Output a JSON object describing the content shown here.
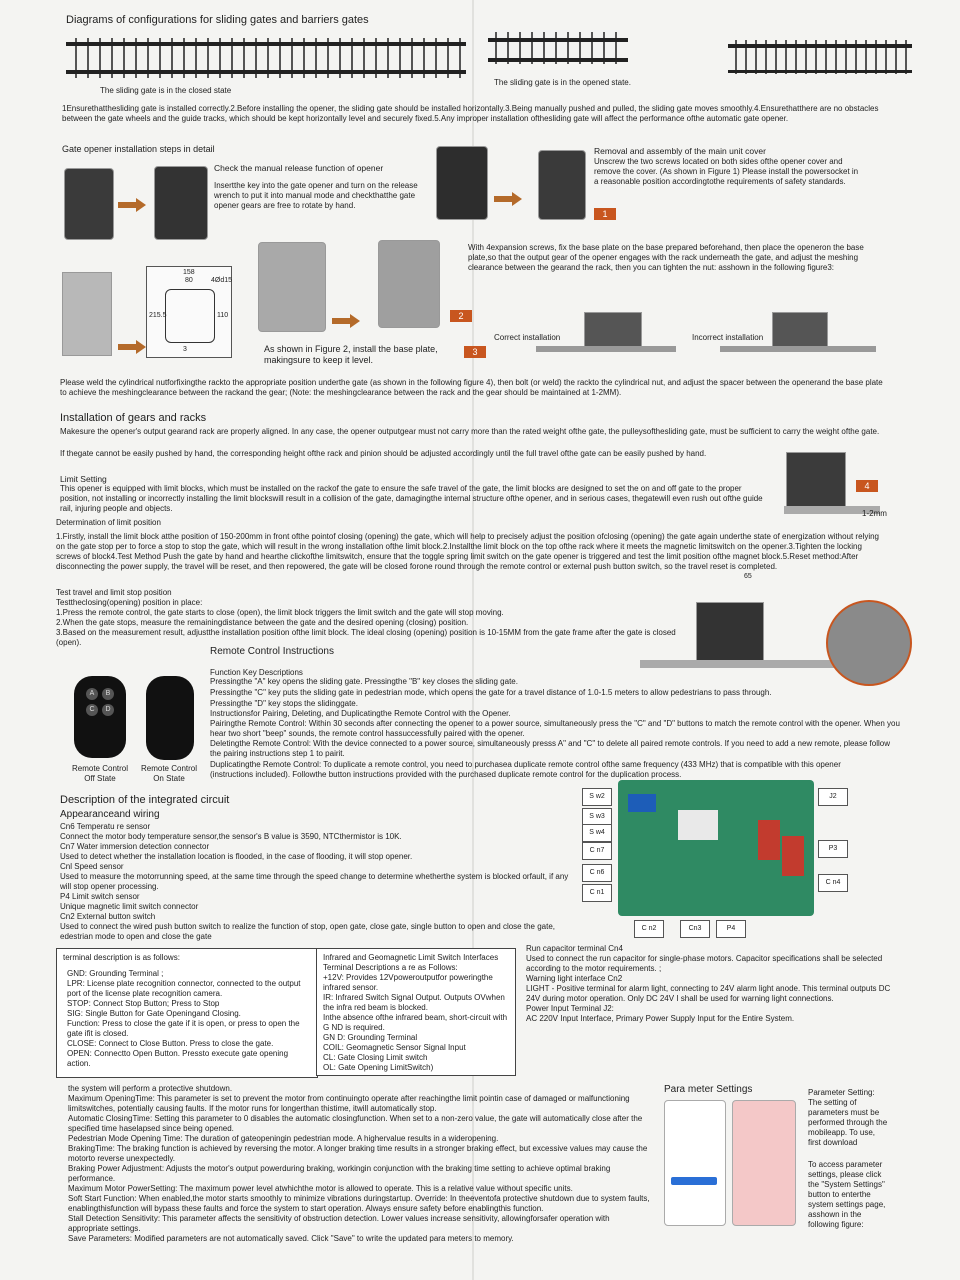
{
  "header": {
    "title": "Diagrams of configurations for sliding gates and barriers gates",
    "closed_caption": "The sliding gate is in the closed state",
    "opened_caption": "The sliding gate is in the opened state."
  },
  "intro": "1Ensurethatthesliding gate is installed correctly.2.Before installing the opener, the sliding gate should be installed horizontally.3.Being manually pushed and pulled, the sliding gate moves smoothly.4.Ensurethatthere are no obstacles between the gate wheels and the guide tracks, which should be kept horizontally level and securely fixed.5.Any improper installation ofthesliding gate will affect the performance ofthe automatic gate opener.",
  "install": {
    "title": "Gate opener installation steps in detail",
    "manual_release_title": "Check the manual release function of opener",
    "manual_release": "Insertthe key into the gate opener and turn on the release wrench to put it into manual mode and checkthatthe gate opener gears are free to rotate by hand.",
    "removal_title": "Removal and assembly of the main unit cover",
    "removal": "Unscrew the two screws located on both sides ofthe opener cover and remove the cover. (As shown in Figure 1) Please install the powersocket in a reasonable position accordingtothe requirements of safety standards.",
    "expansion": "With 4expansion screws, fix the base plate on the base prepared beforehand, then place the openeron the base plate,so that the output gear of the opener engages with the rack underneath the gate, and adjust the meshing clearance between the gearand the rack, then you can tighten the nut: asshown in the following figure3:",
    "figure2": "As shown in Figure 2, install the base plate, makingsure to keep it level.",
    "correct": "Correct installation",
    "incorrect": "Incorrect installation",
    "badge1": "1",
    "badge2": "2",
    "badge3": "3",
    "badge4": "4",
    "dim_158": "158",
    "dim_80": "80",
    "dim_4d15": "4Ød15",
    "dim_110": "110",
    "dim_215": "215.5",
    "dim_3": "3",
    "weld": "Please weld the cylindrical nutforfixingthe rackto the appropriate position underthe gate (as shown in the following figure 4), then bolt (or weld) the rackto the cylindrical nut, and adjust the spacer between the openerand the base plate to achieve the meshingclearance between the rackand the gear; (Note: the meshingclearance between the rack and the gear should be maintained at 1-2MM)."
  },
  "gears": {
    "title": "Installation of gears and racks",
    "p1": "Makesure the opener's output gearand rack are properly aligned. In any case, the opener outputgear must not carry more than the rated weight ofthe gate, the pulleysofthesliding gate, must be sufficient to carry the weight ofthe gate.",
    "p2": "If thegate cannot be easily pushed by hand, the corresponding height ofthe rack and pinion should be adjusted accordingly until the full travel ofthe gate can be easily pushed by hand.",
    "clearance": "1-2mm"
  },
  "limit": {
    "title": "Limit Setting",
    "p1": "This opener is equipped with limit blocks, which must be installed on the rackof the gate to ensure the safe travel of the gate, the limit blocks are designed to set the on and off gate to the proper position, not installing or incorrectly installing the limit blockswill result in a collision of the gate, damagingthe internal structure ofthe opener, and in serious cases, thegatewill even rush out ofthe guide rail, injuring people and objects.",
    "det_title": "Determination of limit position",
    "det": "1.Firstly, install the limit block atthe position of 150-200mm in front ofthe pointof closing (opening) the gate, which will help to precisely adjust the position ofclosing (opening) the gate again underthe state of energization without relying on the gate stop per to force a stop to stop the gate, which will result in the wrong installation ofthe limit block.2.Installthe limit block on the top ofthe rack where it meets the magnetic limitswitch on the opener.3.Tighten the locking screws of block4.Test Method Push the gate by hand and hearthe clickofthe limitswitch, ensure that the toggle spring limit switch on the gate opener is triggered and test the limit position ofthe magnet block.5.Reset method:After disconnecting the power supply, the travel will be reset, and then repowered, the gate will be closed forone round through the remote control or external push button switch, so the travel reset is completed.",
    "test_title": "Test travel and limit stop position",
    "test_intro": "Testtheclosing(opening) position in place:",
    "test1": "1.Press the remote control, the gate starts to close (open), the limit block triggers the limit switch and the gate will stop moving.",
    "test2": "2.When the gate stops, measure the remainingdistance between the gate and the desired opening (closing) position.",
    "test3": "3.Based on the measurement result, adjustthe installation position ofthe limit block. The ideal closing (opening) position is 10-15MM from the gate frame after the gate is closed (open).",
    "dim_65": "65"
  },
  "remote": {
    "title": "Remote Control Instructions",
    "fk_title": "Function Key Descriptions",
    "a": "Pressingthe \"A\" key opens the sliding gate. Pressingthe \"B\" key closes the sliding gate.",
    "c": "Pressingthe \"C\" key puts the sliding gate in pedestrian mode, which opens the gate for a travel distance of 1.0-1.5 meters to allow pedestrians to pass through.",
    "d": "Pressingthe \"D\" key stops the slidinggate.",
    "pair_title": "Instructionsfor Pairing, Deleting, and Duplicatingthe Remote Control with the Opener.",
    "pair": "Pairingthe Remote Control: Within 30 seconds after connecting the opener to a power source, simultaneously press the \"C\" and \"D\" buttons to match the remote control with the opener. When you hear two short \"beep\" sounds, the remote control hassuccessfully paired with the opener.",
    "delete": "Deletingthe Remote Control: With the device connected to a power source, simultaneously presss A\" and \"C\" to delete all paired remote controls. If you need to add a new remote, please follow the pairing instructions step 1 to pairit.",
    "dup": "Duplicatingthe Remote Control: To duplicate a remote control, you need to purchasea duplicate remote control ofthe same frequency (433 MHz) that is compatible with this opener (instructions included). Followthe button instructions provided with the purchased duplicate remote control for the duplication process.",
    "off": "Remote Control Off State",
    "on": "Remote Control On State",
    "keys": [
      "A",
      "B",
      "C",
      "D"
    ]
  },
  "circuit": {
    "title": "Description of the integrated circuit",
    "subtitle": "Appearanceand wiring",
    "lines": [
      "Cn6 Temperatu re sensor",
      "Connect the motor body temperature sensor,the sensor's B value is 3590, NTCthermistor is 10K.",
      "Cn7 Water immersion detection connector",
      "Used to detect whether the installation location is flooded, in the case of flooding, it will stop opener.",
      "Cnl Speed sensor",
      "Used to measure the motorrunning speed, at the same time through the speed change to determine whetherthe system is blocked orfault, if any will stop opener processing.",
      "P4 Limit switch sensor",
      "Unique magnetic limit switch connector",
      "Cn2 External button switch",
      "Used to connect the wired push button switch to realize the function of stop, open gate, close gate, single button to open and close the gate, edestrian mode to open and close the gate"
    ],
    "labels": [
      "S w2",
      "S w3",
      "S w4",
      "C n7",
      "C n6",
      "C n1",
      "C n2",
      "Cn3",
      "P4",
      "J2",
      "P3",
      "C n4"
    ]
  },
  "terminals": {
    "left_title": "terminal description is as follows:",
    "left": [
      "GND: Grounding Terminal ;",
      "LPR: License plate recognition connector, connected to the output port of the license plate recognition camera.",
      "STOP: Connect Stop Button; Press to Stop",
      "SIG: Single Button for Gate Openingand Closing.",
      "Function: Press to close the gate if it is open, or press to open the gate ifit is closed.",
      "CLOSE: Connect to Close Button. Press to close the gate.",
      "OPEN: Connectto Open Button. Pressto execute gate opening action."
    ],
    "mid": [
      "Infrared and Geomagnetic Limit Switch Interfaces",
      "Terminal Descriptions a re as Follows:",
      "+12V: Provides 12Vpoweroutputfor poweringthe infrared sensor.",
      "IR: Infrared Switch Signal Output. Outputs OVwhen the infra red beam is blocked.",
      "Inthe absence ofthe infrared beam, short-circuit with G ND is required.",
      "GN D: Grounding Terminal",
      "COIL: Geomagnetic Sensor Signal Input",
      "CL: Gate Closing Limit switch",
      "OL: Gate Opening LimitSwitch)"
    ],
    "right": [
      "Run capacitor terminal Cn4",
      "Used to connect the run capacitor for single-phase motors. Capacitor specifications shall be selected according to the motor requirements. ;",
      "Warning light interface Cn2",
      "LIGHT - Positive terminal for alarm light, connecting to 24V alarm light anode. This terminal outputs DC 24V during motor operation. Only DC 24V I shall be used for warning light connections.",
      "Power Input Terminal J2:",
      "AC 220V Input Interface, Primary Power Supply Input for the Entire System."
    ]
  },
  "params": {
    "lines": [
      "the system will perform a protective shutdown.",
      "Maximum OpeningTime: This parameter is set to prevent the motor from continuingto operate after reachingthe limit pointin case of damaged or malfunctioning limitswitches, potentially causing faults. If the motor runs for longerthan thistime, itwill automatically stop.",
      "Automatic ClosingTime: Setting this parameter to 0 disables the automatic closingfunction. When set to a non-zero value, the gate will automatically close after the specified time haselapsed since being opened.",
      "Pedestrian Mode Opening Time: The duration of gateopeningin pedestrian mode. A highervalue results in a wideropening.",
      "BrakingTime: The braking function is achieved by reversing the motor. A longer braking time results in a stronger braking effect, but excessive values may cause the motorto reverse unexpectedly.",
      "Braking Power Adjustment: Adjusts the motor's output powerduring braking, workingin conjunction with the braking time setting to achieve optimal braking performance.",
      "Maximum Motor PowerSetting: The maximum power level atwhichthe motor is allowed to operate. This is a relative value without specific units.",
      "Soft Start Function: When enabled,the motor starts smoothly to minimize vibrations duringstartup. Override: In theeventofa protective shutdown due to system faults, enablingthisfunction will bypass these faults and force the system to start operation. Always ensure safety before enablingthis function.",
      "Stall Detection Sensitivity: This parameter affects the sensitivity of obstruction detection. Lower values increase sensitivity, allowingforsafer operation with appropriate settings.",
      "Save Parameters: Modified parameters are not automatically saved. Click \"Save\" to write the updated para meters to memory."
    ],
    "title": "Para meter Settings",
    "side1": "Parameter Setting: The setting of parameters must be performed through the mobileapp. To use, first download",
    "side2": "To access parameter settings, please click the \"System Settings\" button to enterthe system settings page, asshown in the following figure:"
  },
  "colors": {
    "accent": "#c8561f",
    "board": "#2f8a63"
  }
}
